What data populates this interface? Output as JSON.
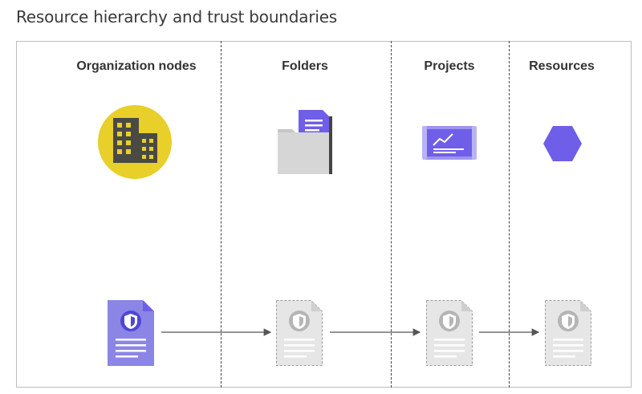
{
  "title": "Resource hierarchy and trust boundaries",
  "columns": [
    {
      "id": "org",
      "header": "Organization nodes",
      "icon": "building-icon"
    },
    {
      "id": "folders",
      "header": "Folders",
      "icon": "folder-icon"
    },
    {
      "id": "projects",
      "header": "Projects",
      "icon": "project-blueprint-icon"
    },
    {
      "id": "resources",
      "header": "Resources",
      "icon": "hexagon-icon"
    }
  ],
  "policy_documents": [
    {
      "column": "org",
      "icon": "shield-policy-document-icon",
      "style": "active"
    },
    {
      "column": "folders",
      "icon": "shield-policy-document-icon",
      "style": "inherited"
    },
    {
      "column": "projects",
      "icon": "shield-policy-document-icon",
      "style": "inherited"
    },
    {
      "column": "resources",
      "icon": "shield-policy-document-icon",
      "style": "inherited"
    }
  ],
  "colors": {
    "org_circle": "#e8cf2a",
    "building": "#4a4a44",
    "purple": "#6f5ee8",
    "purple_light": "#9d93f0",
    "doc_active": "#8b85e6",
    "doc_inherited": "#e6e6e6",
    "folder_gray": "#d6d6d6",
    "arrow": "#555555"
  }
}
